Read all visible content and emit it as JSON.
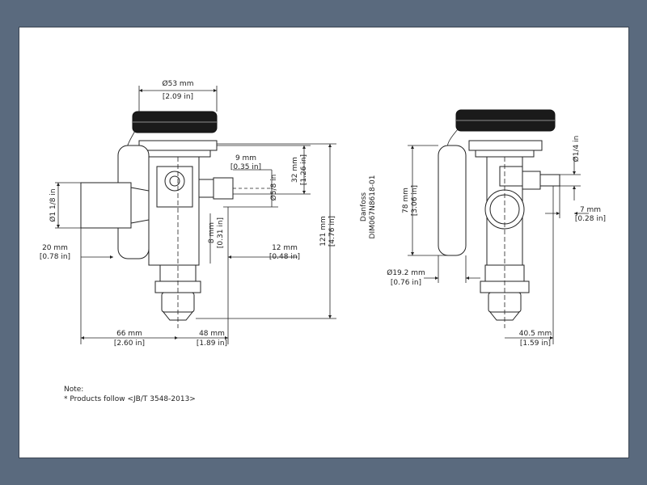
{
  "left_view": {
    "dims": {
      "d53": "Ø53 mm",
      "d53_in": "[2.09 in]",
      "d9": "9 mm",
      "d9_in": "[0.35 in]",
      "d58": "Ø5/8 in",
      "d32": "32 mm",
      "d32_in": "[1.26 in]",
      "d118": "Ø1 1/8 in",
      "d8": "8 mm",
      "d8_in": "[0.31 in]",
      "d121": "121 mm",
      "d121_in": "[4.76 in]",
      "d20": "20 mm",
      "d20_in": "[0.78 in]",
      "d12": "12 mm",
      "d12_in": "[0.48 in]",
      "d66": "66 mm",
      "d66_in": "[2.60 in]",
      "d48": "48 mm",
      "d48_in": "[1.89 in]"
    }
  },
  "right_view": {
    "brand": "Danfoss",
    "drawing_code": "DIM067N8618-01",
    "dims": {
      "d78": "78 mm",
      "d78_in": "[3.06 in]",
      "d14": "Ø1/4 in",
      "d7": "7 mm",
      "d7_in": "[0.28 in]",
      "d192": "Ø19.2 mm",
      "d192_in": "[0.76 in]",
      "d405": "40.5 mm",
      "d405_in": "[1.59 in]"
    }
  },
  "note": {
    "title": "Note:",
    "line1": "* Products follow <JB/T 3548-2013>"
  }
}
